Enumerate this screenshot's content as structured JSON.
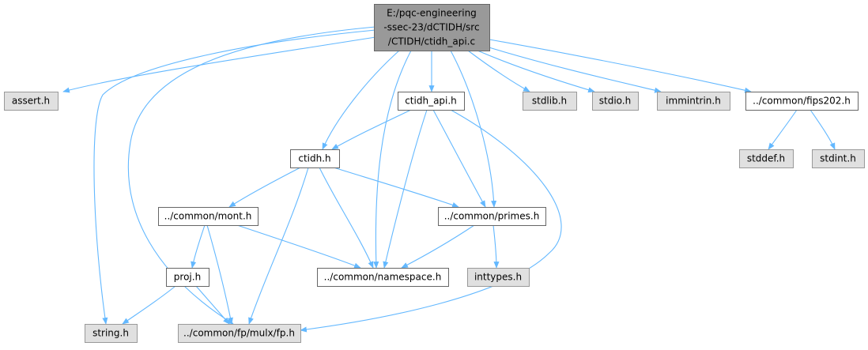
{
  "graph": {
    "edge_color": "#63b8ff",
    "nodes": {
      "root": {
        "lines": [
          "E:/pqc-engineering",
          "-ssec-23/dCTIDH/src",
          "/CTIDH/ctidh_api.c"
        ],
        "kind": "root"
      },
      "assert": {
        "lines": [
          "assert.h"
        ],
        "kind": "system"
      },
      "ctidh_api": {
        "lines": [
          "ctidh_api.h"
        ],
        "kind": "local"
      },
      "stdlib": {
        "lines": [
          "stdlib.h"
        ],
        "kind": "system"
      },
      "stdio": {
        "lines": [
          "stdio.h"
        ],
        "kind": "system"
      },
      "immintrin": {
        "lines": [
          "immintrin.h"
        ],
        "kind": "system"
      },
      "fips202": {
        "lines": [
          "../common/fips202.h"
        ],
        "kind": "local"
      },
      "ctidh": {
        "lines": [
          "ctidh.h"
        ],
        "kind": "local"
      },
      "stddef": {
        "lines": [
          "stddef.h"
        ],
        "kind": "system"
      },
      "stdint": {
        "lines": [
          "stdint.h"
        ],
        "kind": "system"
      },
      "mont": {
        "lines": [
          "../common/mont.h"
        ],
        "kind": "local"
      },
      "primes": {
        "lines": [
          "../common/primes.h"
        ],
        "kind": "local"
      },
      "proj": {
        "lines": [
          "proj.h"
        ],
        "kind": "local"
      },
      "namespace": {
        "lines": [
          "../common/namespace.h"
        ],
        "kind": "local"
      },
      "inttypes": {
        "lines": [
          "inttypes.h"
        ],
        "kind": "system"
      },
      "string": {
        "lines": [
          "string.h"
        ],
        "kind": "system"
      },
      "fp": {
        "lines": [
          "../common/fp/mulx/fp.h"
        ],
        "kind": "system"
      }
    }
  }
}
